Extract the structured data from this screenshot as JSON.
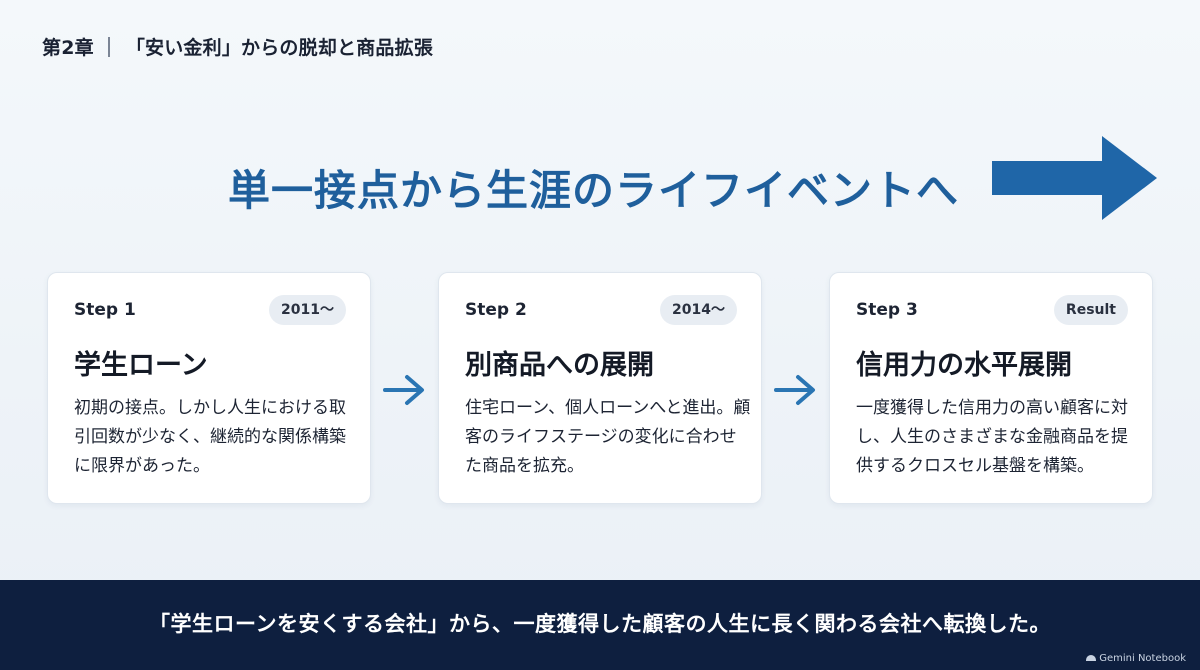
{
  "header": {
    "chapter": "第2章",
    "title": "「安い金利」からの脱却と商品拡張"
  },
  "headline": {
    "text": "単一接点から生涯のライフイベントへ"
  },
  "steps": [
    {
      "label": "Step 1",
      "badge": "2011〜",
      "title": "学生ローン",
      "body": "初期の接点。しかし人生における取引回数が少なく、継続的な関係構築に限界があった。"
    },
    {
      "label": "Step 2",
      "badge": "2014〜",
      "title": "別商品への展開",
      "body": "住宅ローン、個人ローンへと進出。顧客のライフステージの変化に合わせた商品を拡充。"
    },
    {
      "label": "Step 3",
      "badge": "Result",
      "title": "信用力の水平展開",
      "body": "一度獲得した信用力の高い顧客に対し、人生のさまざまな金融商品を提供するクロスセル基盤を構築。"
    }
  ],
  "footer": {
    "text": "「学生ローンを安くする会社」から、一度獲得した顧客の人生に長く関わる会社へ転換した。",
    "watermark": "Gemini Notebook"
  },
  "colors": {
    "accent": "#1f5f9c",
    "arrow": "#2a75b3",
    "footer_bg": "#0e1f3f"
  },
  "icons": [
    "big-right-arrow-icon",
    "right-arrow-icon",
    "gemini-logo-icon"
  ]
}
